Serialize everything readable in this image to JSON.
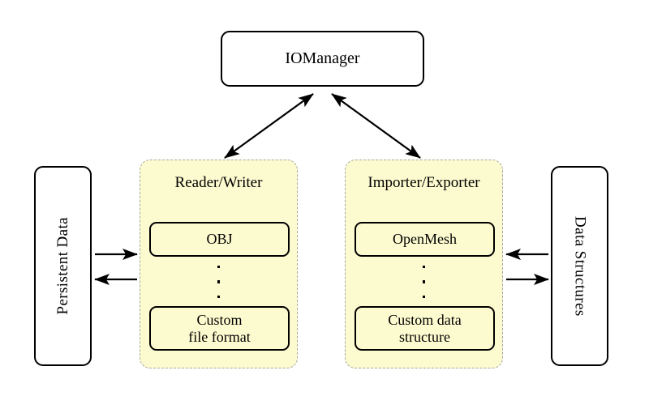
{
  "diagram": {
    "title_node": {
      "label": "IOManager"
    },
    "left_store": {
      "label": "Persistent Data"
    },
    "right_store": {
      "label": "Data Structures"
    },
    "panels": [
      {
        "title": "Reader/Writer",
        "items": [
          {
            "label": "OBJ"
          },
          {
            "label": "Custom\nfile format",
            "line1": "Custom",
            "line2": "file format"
          }
        ],
        "ellipsis": "⋮"
      },
      {
        "title": "Importer/Exporter",
        "items": [
          {
            "label": "OpenMesh"
          },
          {
            "label": "Custom data\nstructure",
            "line1": "Custom data",
            "line2": "structure"
          }
        ],
        "ellipsis": "⋮"
      }
    ],
    "connections": [
      {
        "name": "iomanager-to-reader-writer",
        "style": "double-headed-diagonal"
      },
      {
        "name": "iomanager-to-importer-exporter",
        "style": "double-headed-diagonal"
      },
      {
        "name": "persistent-data-to-reader-writer",
        "style": "single-right"
      },
      {
        "name": "reader-writer-to-persistent-data",
        "style": "single-left"
      },
      {
        "name": "data-structures-to-importer-exporter",
        "style": "single-left"
      },
      {
        "name": "importer-exporter-to-data-structures",
        "style": "single-right"
      }
    ],
    "colors": {
      "panel_fill": "#fcfbcf",
      "panel_border": "#a6a6a6",
      "node_border": "#000000",
      "background": "#ffffff"
    }
  }
}
